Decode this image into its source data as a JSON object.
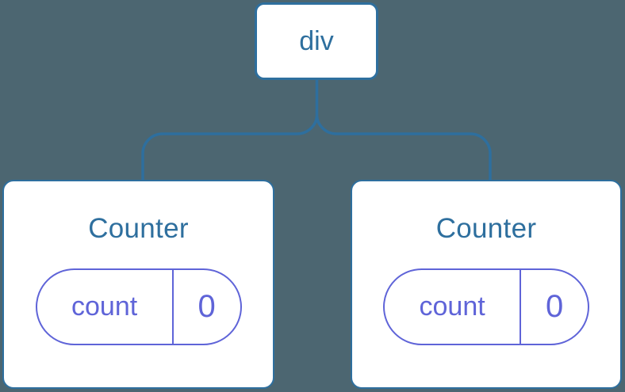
{
  "diagram": {
    "colors": {
      "background": "#4c6671",
      "blue": "#2e6f9e",
      "purple": "#5f64d8",
      "card_bg": "#ffffff"
    },
    "root": {
      "label": "div"
    },
    "children": [
      {
        "title": "Counter",
        "state": {
          "key": "count",
          "value": "0"
        }
      },
      {
        "title": "Counter",
        "state": {
          "key": "count",
          "value": "0"
        }
      }
    ]
  }
}
